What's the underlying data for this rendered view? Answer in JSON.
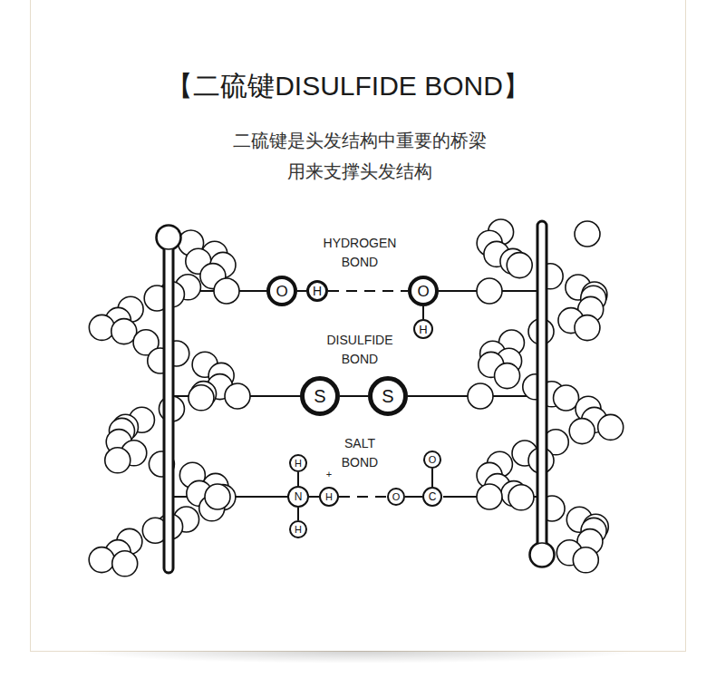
{
  "diagram": {
    "title": "【二硫键DISULFIDE BOND】",
    "nodes": [
      {
        "text": [
          "O"
        ]
      },
      {
        "text": [
          "H"
        ]
      },
      {
        "text": [
          "O"
        ]
      },
      {
        "text": [
          "H"
        ]
      },
      {
        "text": [
          "S"
        ]
      },
      {
        "text": [
          "S"
        ]
      },
      {
        "text": [
          "H"
        ]
      },
      {
        "text": [
          "O"
        ]
      },
      {
        "text": [
          "N"
        ]
      },
      {
        "text": [
          "H"
        ]
      },
      {
        "text": [
          "O"
        ]
      },
      {
        "text": [
          "C"
        ]
      },
      {
        "text": [
          "H"
        ]
      }
    ],
    "edges": [
      {
        "from": 0,
        "to": 1,
        "arrow": "none"
      },
      {
        "from": 1,
        "to": 2,
        "arrow": "none"
      },
      {
        "from": 2,
        "to": 3,
        "arrow": "none"
      },
      {
        "from": 4,
        "to": 5,
        "arrow": "none"
      },
      {
        "from": 6,
        "to": 8,
        "arrow": "none"
      },
      {
        "from": 8,
        "to": 12,
        "arrow": "none"
      },
      {
        "from": 8,
        "to": 9,
        "arrow": "none"
      },
      {
        "from": 9,
        "to": 10,
        "arrow": "none"
      },
      {
        "from": 10,
        "to": 11,
        "arrow": "none"
      },
      {
        "from": 11,
        "to": 7,
        "arrow": "none"
      }
    ],
    "labels": [
      "二硫键是头发结构中重要的桥梁 用来支撑头发结构",
      "HYDROGEN BOND",
      "DISULFIDE BOND",
      "SALT BOND",
      "+"
    ]
  }
}
